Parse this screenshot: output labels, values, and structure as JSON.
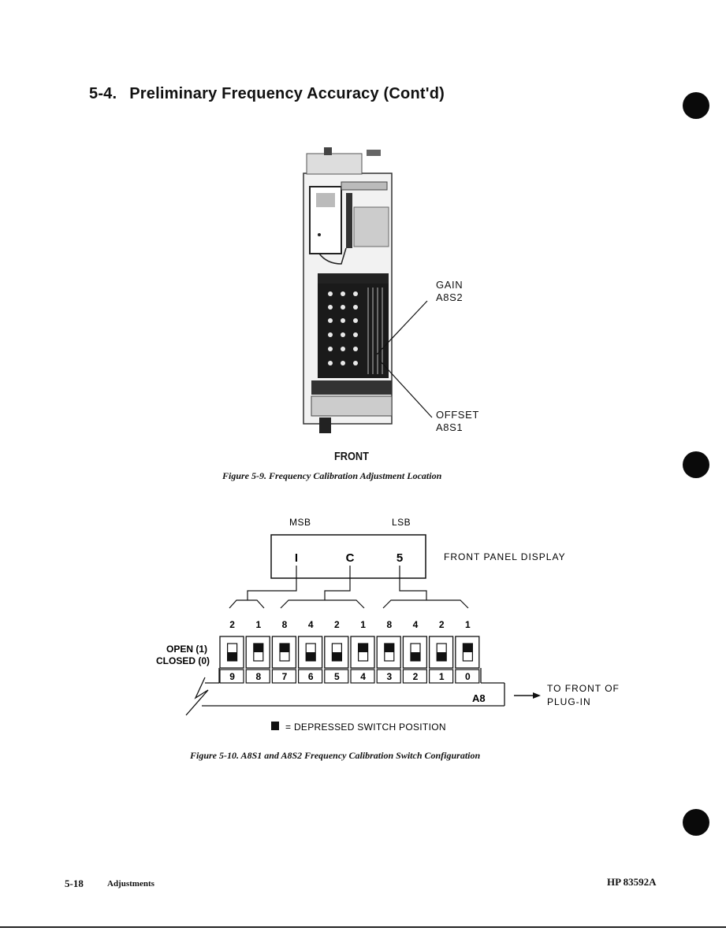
{
  "section": {
    "number": "5-4.",
    "title": "Preliminary Frequency Accuracy (Cont'd)"
  },
  "figure1": {
    "callout_gain_name": "GAIN",
    "callout_gain_ref": "A8S2",
    "callout_offset_name": "OFFSET",
    "callout_offset_ref": "A8S1",
    "orientation_label": "FRONT",
    "caption": "Figure 5-9.   Frequency Calibration Adjustment Location"
  },
  "figure2": {
    "msb_label": "MSB",
    "lsb_label": "LSB",
    "display_digits": [
      "I",
      "C",
      "5"
    ],
    "display_label": "FRONT PANEL DISPLAY",
    "weights": [
      "2",
      "1",
      "8",
      "4",
      "2",
      "1",
      "8",
      "4",
      "2",
      "1"
    ],
    "open_label": "OPEN (1)",
    "closed_label": "CLOSED (0)",
    "switch_numbers": [
      "9",
      "8",
      "7",
      "6",
      "5",
      "4",
      "3",
      "2",
      "1",
      "0"
    ],
    "switch_states": [
      "closed",
      "open",
      "open",
      "closed",
      "closed",
      "open",
      "open",
      "closed",
      "closed",
      "open"
    ],
    "board_label": "A8",
    "arrow_text_line1": "TO FRONT OF",
    "arrow_text_line2": "PLUG-IN",
    "legend_text": "= DEPRESSED SWITCH POSITION",
    "caption": "Figure 5-10.   A8S1 and A8S2 Frequency Calibration Switch Configuration"
  },
  "footer": {
    "page_number": "5-18",
    "section_name": "Adjustments",
    "model": "HP 83592A"
  }
}
